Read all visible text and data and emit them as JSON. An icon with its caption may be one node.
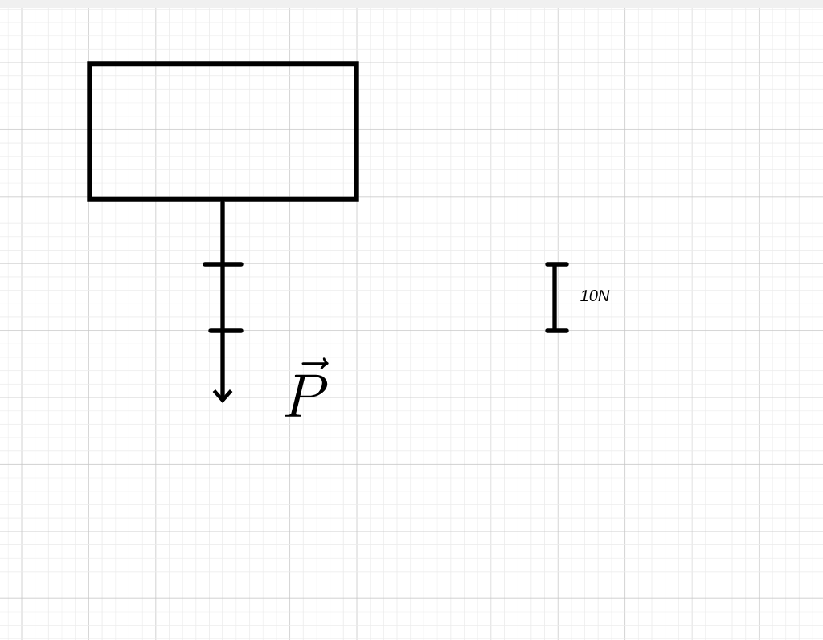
{
  "diagram": {
    "nodes": [
      {
        "text": [],
        "shape": "box"
      }
    ],
    "labels": [
      "\\vec{P}",
      "10N"
    ]
  }
}
